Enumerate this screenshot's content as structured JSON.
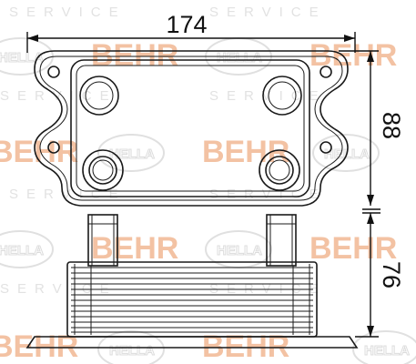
{
  "dimensions": {
    "width_label": "174",
    "height_top_label": "88",
    "height_bottom_label": "76"
  },
  "watermark": {
    "brand_behr": "BEHR",
    "brand_hella": "HELLA",
    "service_text": "SERVICE"
  },
  "colors": {
    "line": "#1a1a1a",
    "watermark_behr": "#f3c2a3",
    "watermark_service": "#e2e2e2"
  }
}
